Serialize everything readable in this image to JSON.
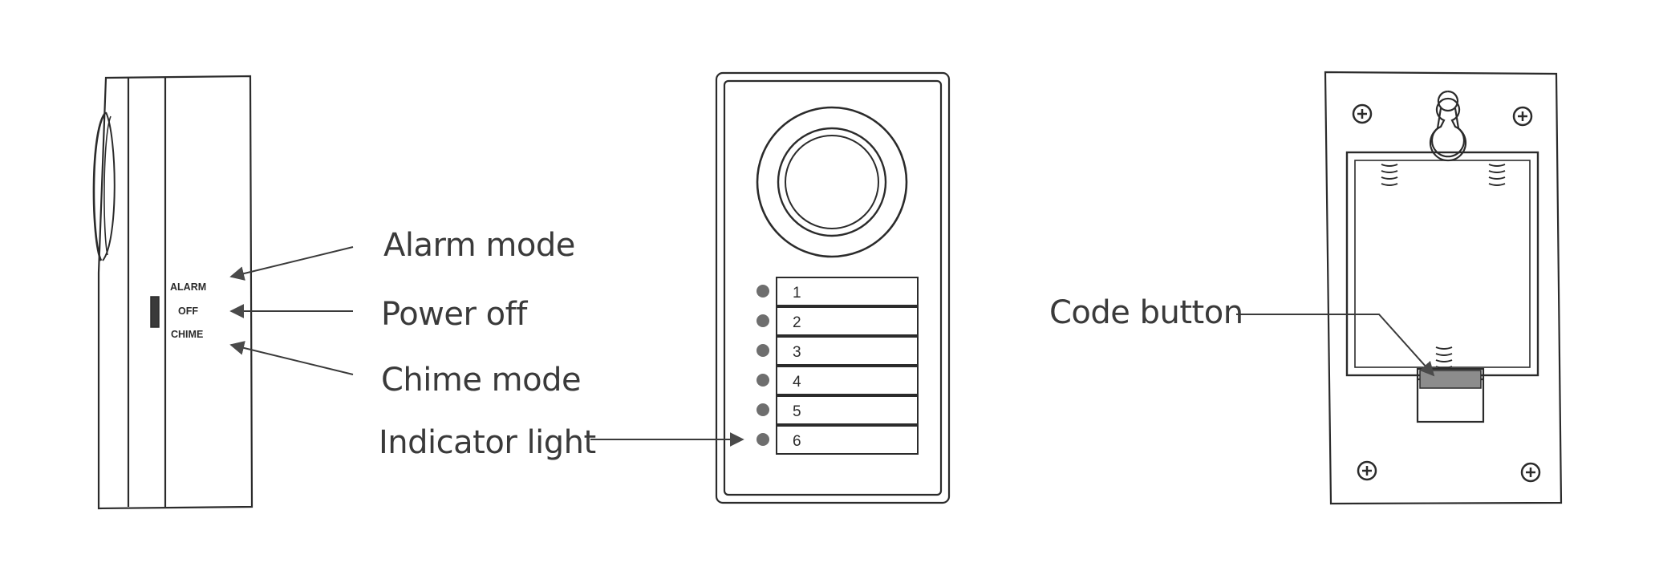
{
  "side_view": {
    "switch_positions": [
      "ALARM",
      "OFF",
      "CHIME"
    ],
    "callouts": {
      "alarm": "Alarm mode",
      "power_off": "Power off",
      "chime": "Chime mode"
    }
  },
  "front_view": {
    "slots": [
      "1",
      "2",
      "3",
      "4",
      "5",
      "6"
    ],
    "callouts": {
      "indicator": "Indicator light"
    }
  },
  "back_view": {
    "callouts": {
      "code_button": "Code button"
    }
  },
  "colors": {
    "line": "#2b2b2b",
    "text": "#3a3a3a",
    "arrow": "#4a4a4a",
    "led": "#6e6e6e",
    "button": "#8c8c8c"
  }
}
